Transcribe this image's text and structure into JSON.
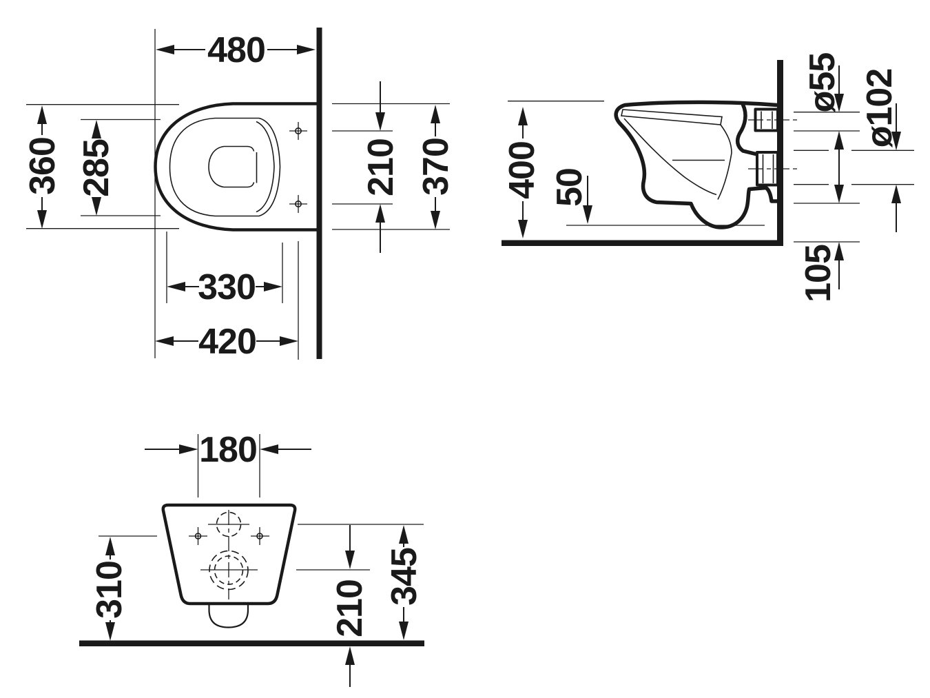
{
  "drawing": {
    "unit_note": "",
    "line_color": "#1a1a1a",
    "plan": {
      "d480": "480",
      "d360": "360",
      "d285": "285",
      "d210": "210",
      "d370": "370",
      "d330": "330",
      "d420": "420"
    },
    "side": {
      "d400": "400",
      "d50": "50",
      "d55": "ø55",
      "d102": "ø102",
      "d105": "105"
    },
    "rear": {
      "d180": "180",
      "d310": "310",
      "d210": "210",
      "d345": "345"
    }
  }
}
